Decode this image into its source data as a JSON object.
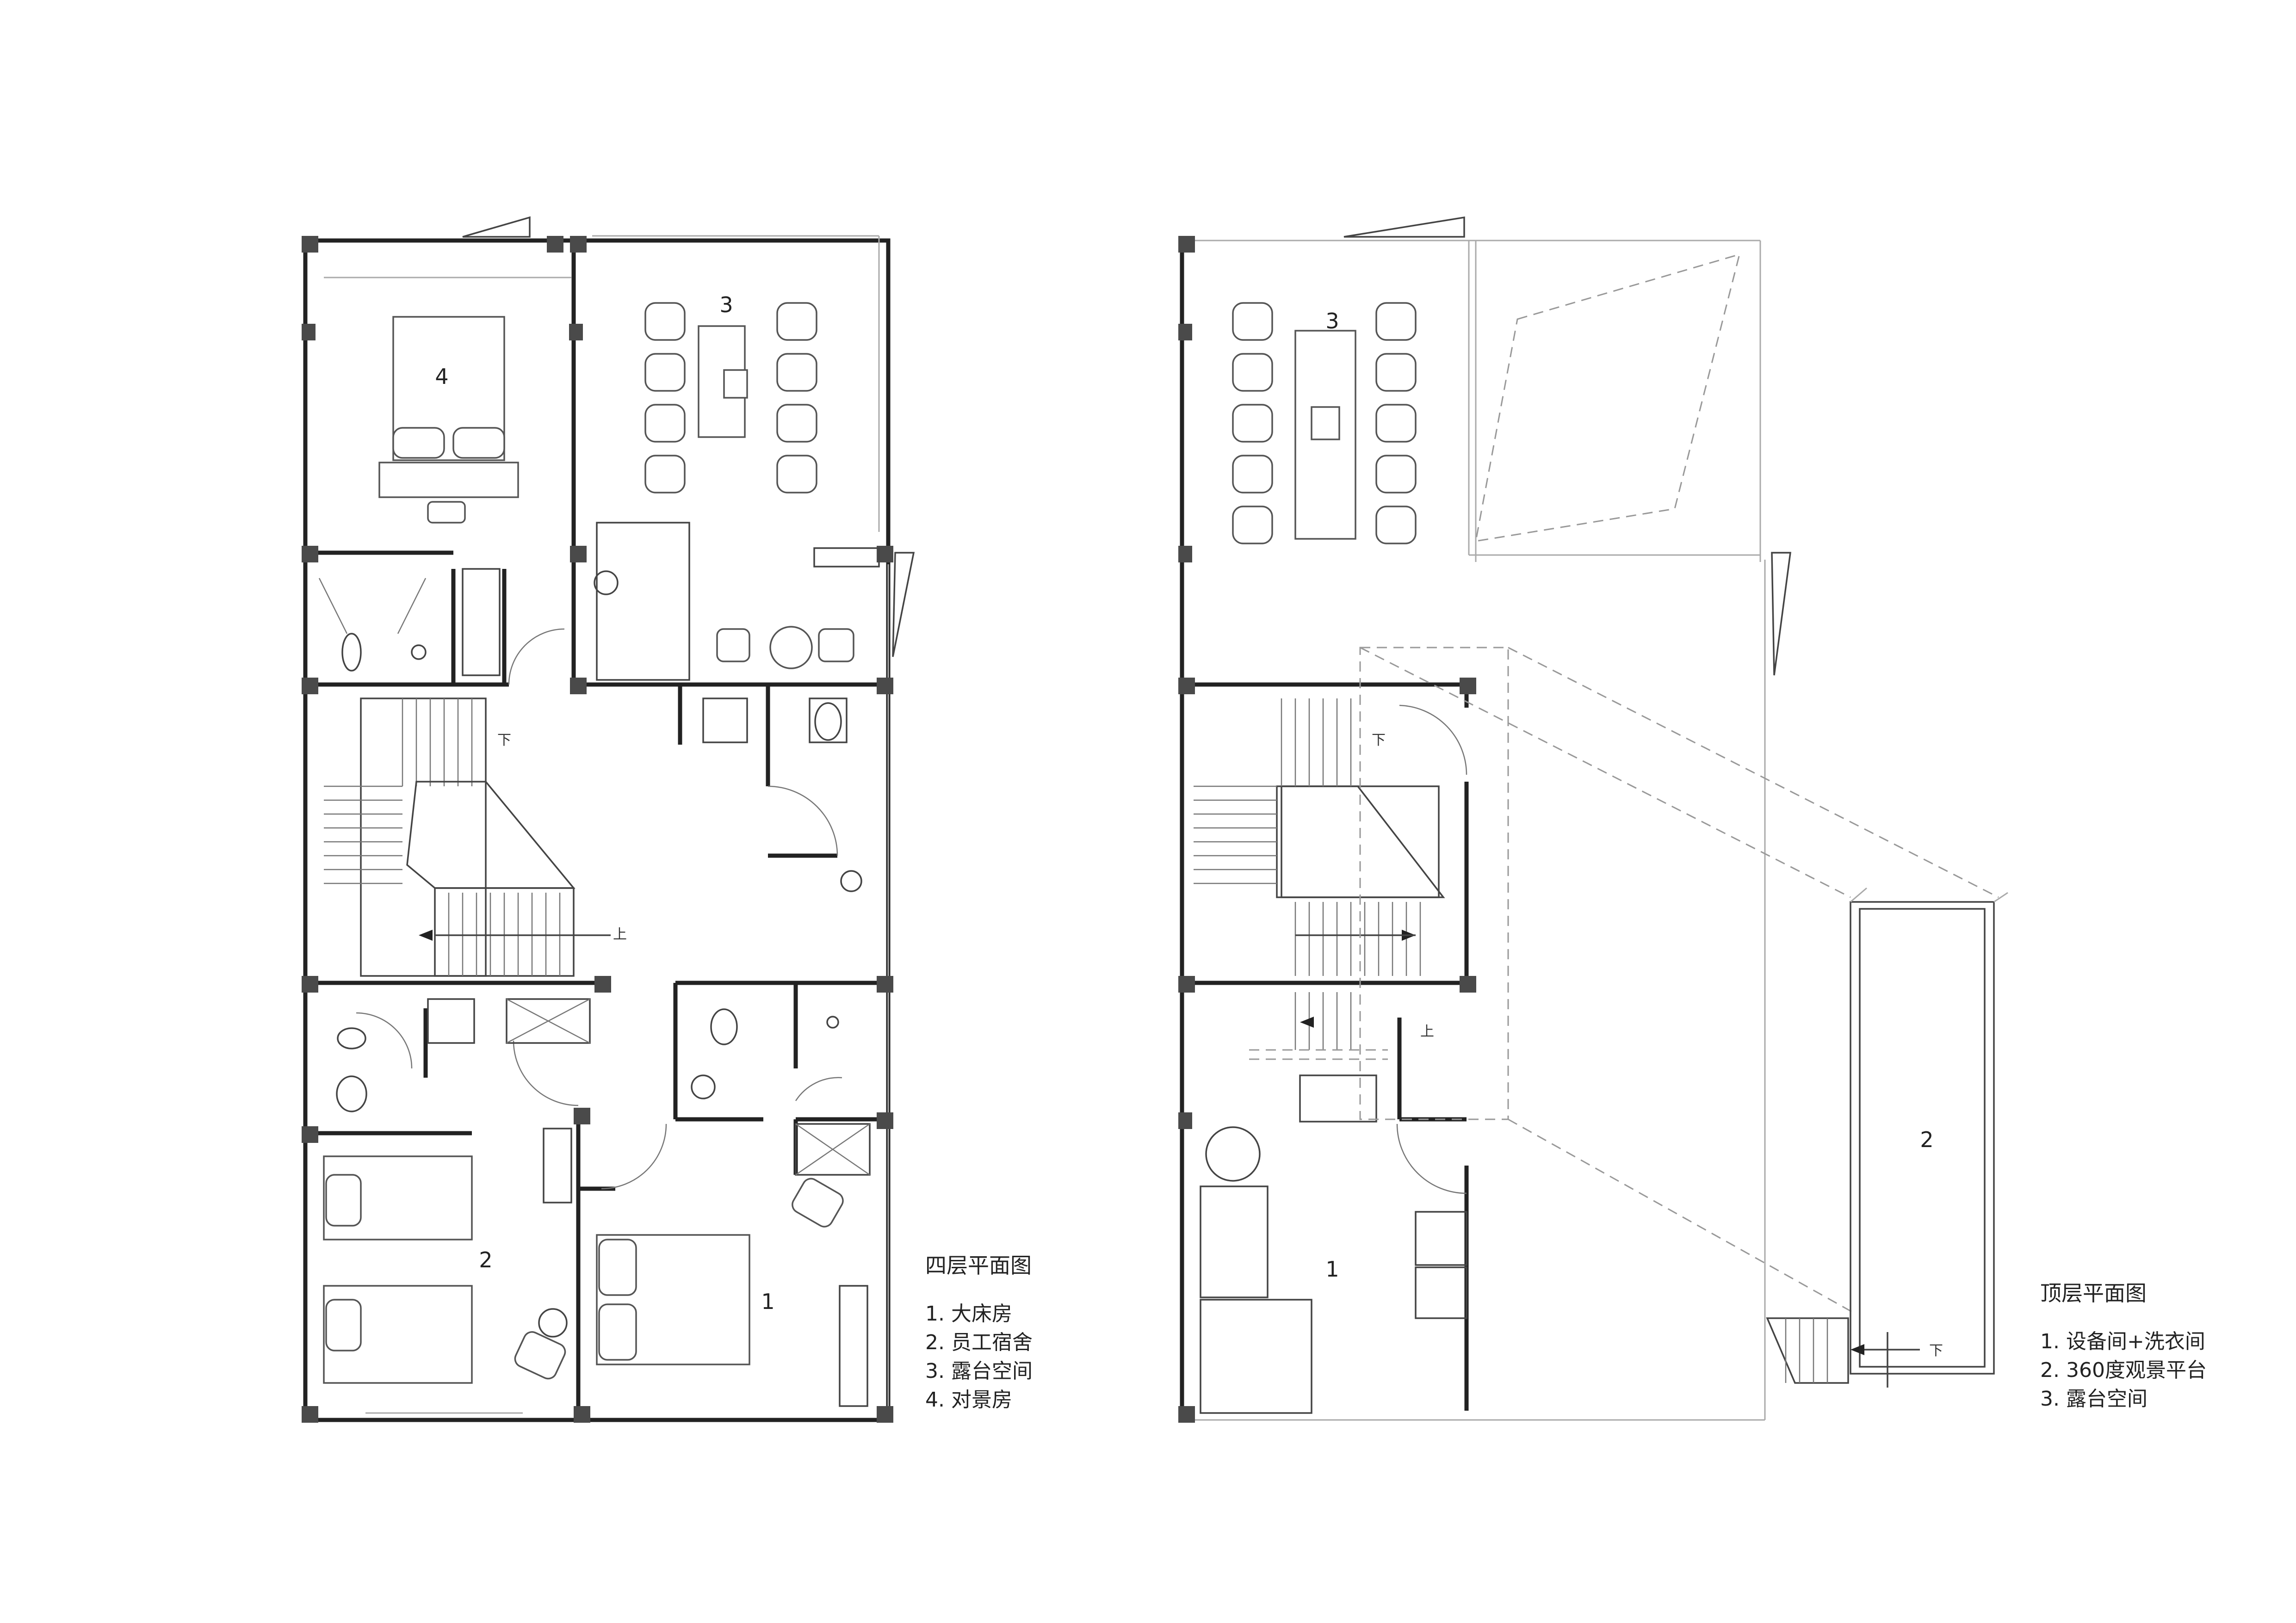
{
  "plans": [
    {
      "title": "四层平面图",
      "rooms": [
        "1",
        "2",
        "3",
        "4"
      ],
      "items": [
        "1. 大床房",
        "2. 员工宿舍",
        "3. 露台空间",
        "4. 对景房"
      ],
      "stair_marks": [
        "下",
        "上"
      ]
    },
    {
      "title": "顶层平面图",
      "rooms": [
        "1",
        "2",
        "3"
      ],
      "items": [
        "1. 设备间+洗衣间",
        "2. 360度观景平台",
        "3. 露台空间"
      ],
      "stair_marks": [
        "下",
        "上",
        "下"
      ]
    }
  ],
  "colors": {
    "wall": "#222222",
    "column": "#4a4a4a",
    "line": "#555555",
    "background": "#ffffff"
  }
}
